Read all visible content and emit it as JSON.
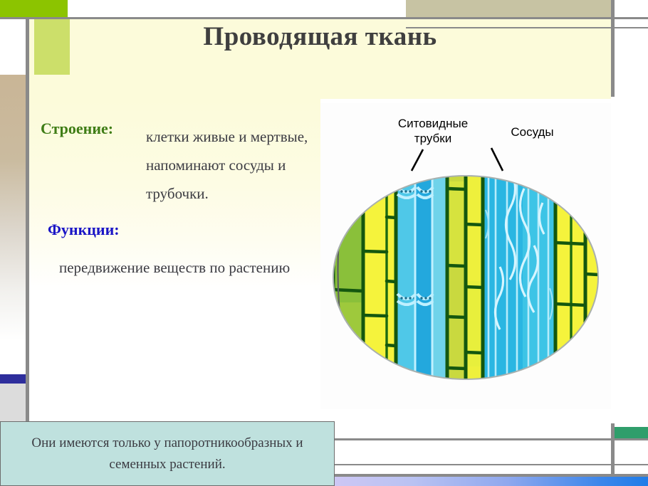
{
  "slide": {
    "title": "Проводящая ткань",
    "sections": [
      {
        "heading": "Строение:",
        "heading_color": "#3f7d16",
        "body": "клетки живые и мертвые, напоминают сосуды и трубочки."
      },
      {
        "heading": "Функции:",
        "heading_color": "#1a15c6",
        "body": "передвижение веществ по растению"
      }
    ],
    "caption": "Они имеются только у папоротникообразных и семенных растений.",
    "figure": {
      "labels": [
        {
          "text": "Ситовидные трубки",
          "name": "sieve-tubes-label"
        },
        {
          "text": "Сосуды",
          "name": "vessels-label"
        }
      ]
    }
  },
  "theme": {
    "panel_yellow": "#fcfbda",
    "green_dark": "#8cc400",
    "green_light": "#ccdf6a",
    "khaki": "#c7c3a3",
    "teal_green": "#2f9e6b",
    "caption_bg": "#bfe1de",
    "rule_gray": "#8a8a8a",
    "accent_blue": "#2e2e9c",
    "text_gray": "#3b3b42"
  }
}
